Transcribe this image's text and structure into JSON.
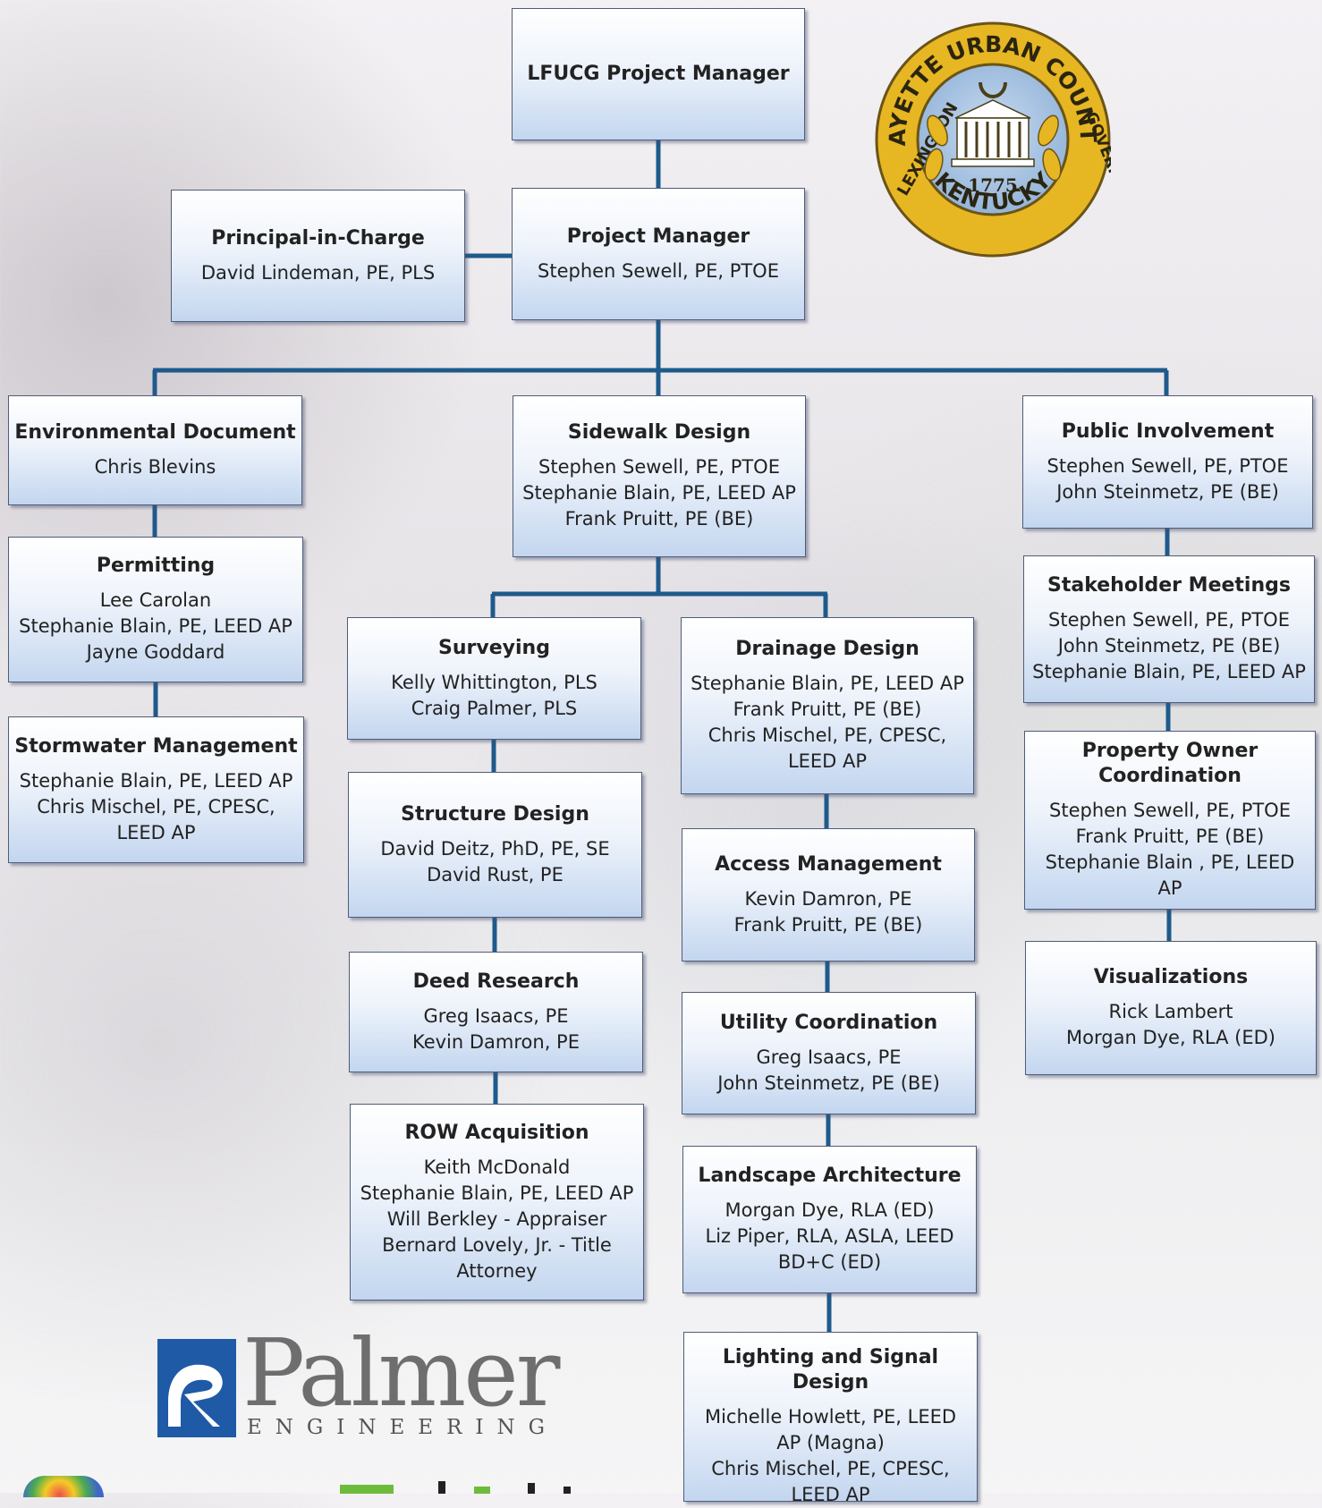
{
  "top_box": {
    "title": "LFUCG Project Manager"
  },
  "principal": {
    "title": "Principal-in-Charge",
    "people": [
      "David Lindeman, PE, PLS"
    ]
  },
  "project_manager": {
    "title": "Project Manager",
    "people": [
      "Stephen Sewell, PE, PTOE"
    ]
  },
  "environmental": {
    "title": "Environmental Document",
    "people": [
      "Chris Blevins"
    ]
  },
  "permitting": {
    "title": "Permitting",
    "people": [
      "Lee Carolan",
      "Stephanie Blain, PE, LEED AP",
      "Jayne Goddard"
    ]
  },
  "stormwater": {
    "title": "Stormwater Management",
    "people": [
      "Stephanie Blain, PE, LEED AP",
      "Chris Mischel, PE, CPESC,",
      "LEED AP"
    ]
  },
  "sidewalk": {
    "title": "Sidewalk Design",
    "people": [
      "Stephen Sewell, PE, PTOE",
      "Stephanie Blain, PE, LEED AP",
      "Frank Pruitt, PE (BE)"
    ]
  },
  "surveying": {
    "title": "Surveying",
    "people": [
      "Kelly Whittington, PLS",
      "Craig Palmer, PLS"
    ]
  },
  "structure": {
    "title": "Structure Design",
    "people": [
      "David Deitz, PhD, PE, SE",
      "David Rust, PE"
    ]
  },
  "deed": {
    "title": "Deed Research",
    "people": [
      "Greg Isaacs, PE",
      "Kevin Damron, PE"
    ]
  },
  "row": {
    "title": "ROW Acquisition",
    "people": [
      "Keith McDonald",
      "Stephanie Blain, PE, LEED AP",
      "Will Berkley - Appraiser",
      "Bernard Lovely, Jr. - Title",
      "Attorney"
    ]
  },
  "drainage": {
    "title": "Drainage Design",
    "people": [
      "Stephanie Blain, PE, LEED AP",
      "Frank Pruitt, PE (BE)",
      "Chris Mischel, PE, CPESC,",
      "LEED AP"
    ]
  },
  "access": {
    "title": "Access Management",
    "people": [
      "Kevin Damron, PE",
      "Frank Pruitt, PE (BE)"
    ]
  },
  "utility": {
    "title": "Utility Coordination",
    "people": [
      "Greg Isaacs, PE",
      "John Steinmetz, PE (BE)"
    ]
  },
  "landscape": {
    "title": "Landscape Architecture",
    "people": [
      "Morgan Dye, RLA (ED)",
      "Liz Piper, RLA, ASLA, LEED",
      "BD+C (ED)"
    ]
  },
  "lighting": {
    "title": "Lighting and Signal Design",
    "people": [
      "Michelle Howlett, PE, LEED",
      "AP (Magna)",
      "Chris Mischel, PE, CPESC,",
      "LEED AP"
    ]
  },
  "public": {
    "title": "Public Involvement",
    "people": [
      "Stephen Sewell, PE, PTOE",
      "John Steinmetz, PE (BE)"
    ]
  },
  "stakeholder": {
    "title": "Stakeholder Meetings",
    "people": [
      "Stephen Sewell, PE, PTOE",
      "John Steinmetz, PE (BE)",
      "Stephanie Blain, PE, LEED AP"
    ]
  },
  "property": {
    "title_lines": [
      "Property Owner",
      "Coordination"
    ],
    "people": [
      "Stephen Sewell, PE, PTOE",
      "Frank Pruitt, PE (BE)",
      "Stephanie Blain , PE, LEED AP"
    ]
  },
  "visualizations": {
    "title": "Visualizations",
    "people": [
      "Rick Lambert",
      "Morgan Dye, RLA (ED)"
    ]
  },
  "seal": {
    "top_text": "FAYETTE URBAN COUNTY",
    "right_text": "GOVERNMENT",
    "bottom_text": "KENTUCKY",
    "left_text": "LEXINGTON",
    "year": "1775"
  },
  "logo": {
    "name": "Palmer",
    "sub": "ENGINEERING"
  },
  "colors": {
    "connector": "#1e5a8c",
    "box_border": "#4d5d7a",
    "seal_gold": "#e7b623",
    "seal_blue": "#9fbddd",
    "logo_blue": "#1f5aa6"
  }
}
